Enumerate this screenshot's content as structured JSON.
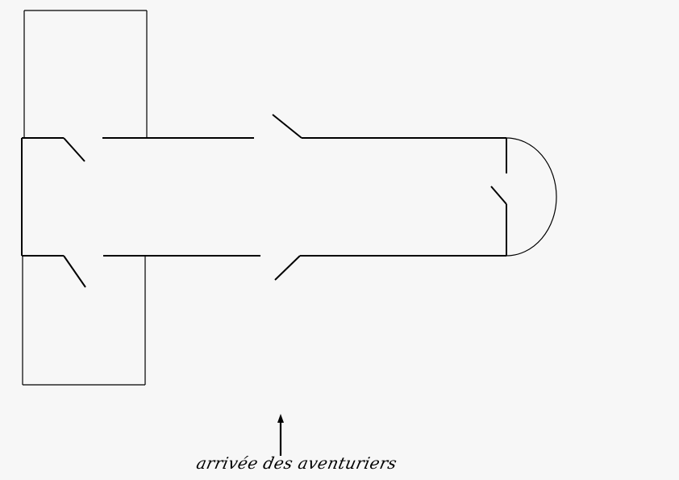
{
  "map": {
    "background_color": "#f7f7f7",
    "line_color": "#000000",
    "rooms": [
      "room-north-west",
      "room-south-west",
      "room-corridor",
      "room-apse"
    ],
    "doors": [
      "door-north-west-room",
      "door-south-west-room",
      "door-corridor-north",
      "door-corridor-south",
      "door-apse"
    ]
  },
  "caption": {
    "text": "arrivée des aventuriers"
  }
}
